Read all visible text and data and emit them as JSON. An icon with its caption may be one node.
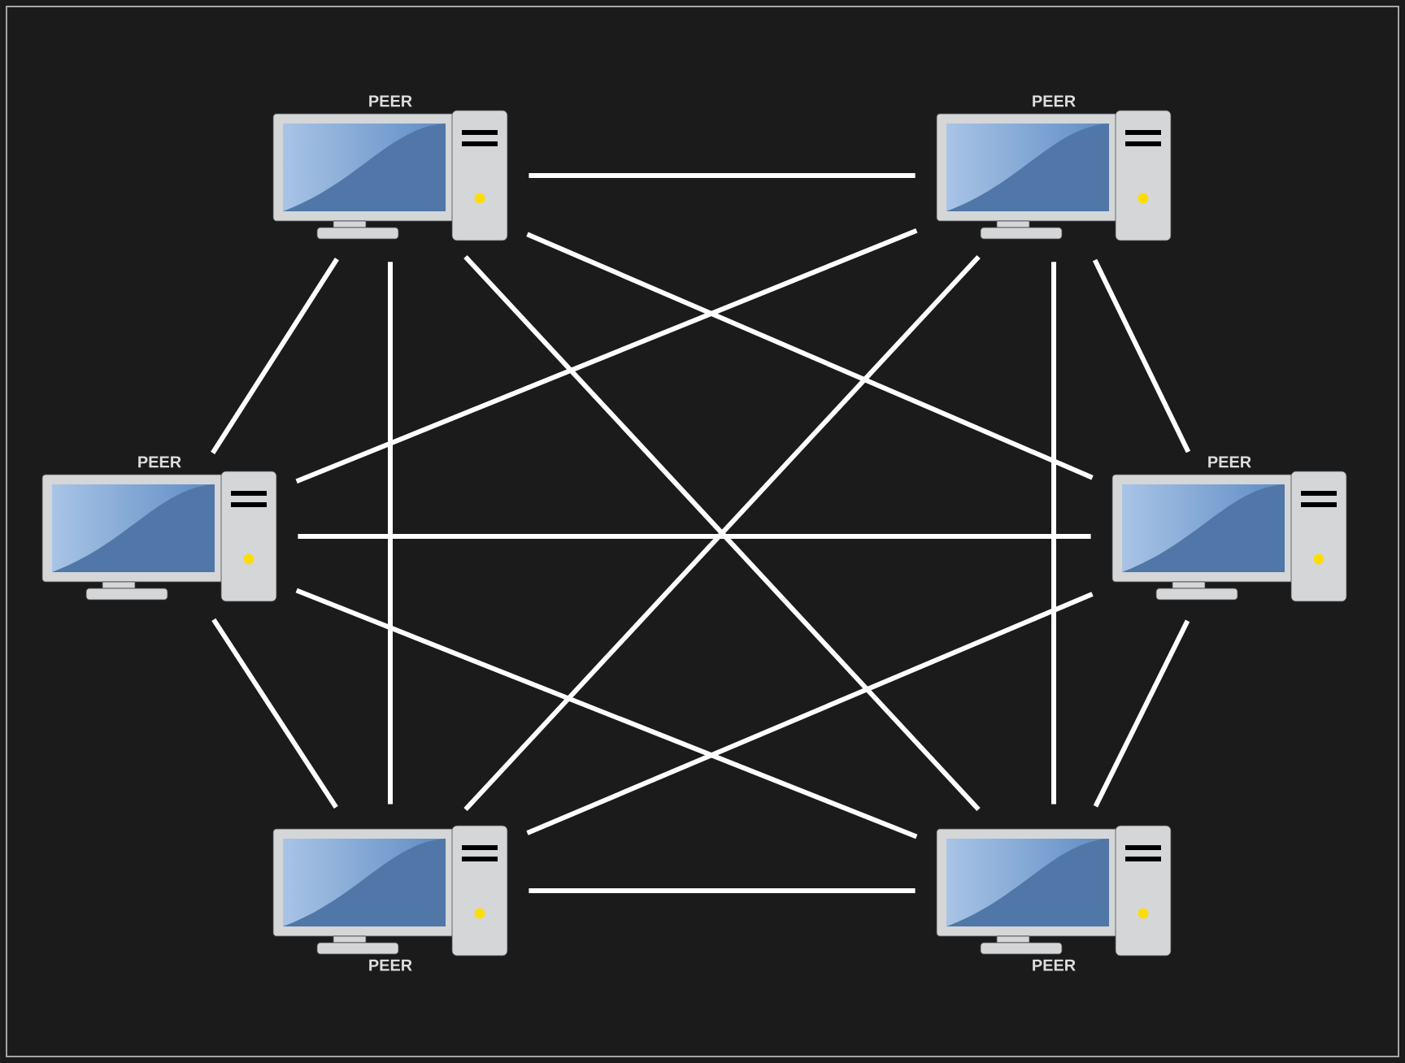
{
  "diagram": {
    "nodes": [
      {
        "text": [
          "PEER"
        ]
      },
      {
        "text": [
          "PEER"
        ]
      },
      {
        "text": [
          "PEER"
        ]
      },
      {
        "text": [
          "PEER"
        ]
      },
      {
        "text": [
          "PEER"
        ]
      },
      {
        "text": [
          "PEER"
        ]
      }
    ],
    "edges": [
      {
        "from": 0,
        "to": 1,
        "arrow": "none"
      },
      {
        "from": 0,
        "to": 2,
        "arrow": "none"
      },
      {
        "from": 0,
        "to": 3,
        "arrow": "none"
      },
      {
        "from": 0,
        "to": 4,
        "arrow": "none"
      },
      {
        "from": 0,
        "to": 5,
        "arrow": "none"
      },
      {
        "from": 1,
        "to": 2,
        "arrow": "none"
      },
      {
        "from": 1,
        "to": 3,
        "arrow": "none"
      },
      {
        "from": 1,
        "to": 4,
        "arrow": "none"
      },
      {
        "from": 1,
        "to": 5,
        "arrow": "none"
      },
      {
        "from": 2,
        "to": 3,
        "arrow": "none"
      },
      {
        "from": 2,
        "to": 4,
        "arrow": "none"
      },
      {
        "from": 2,
        "to": 5,
        "arrow": "none"
      },
      {
        "from": 3,
        "to": 4,
        "arrow": "none"
      },
      {
        "from": 3,
        "to": 5,
        "arrow": "none"
      },
      {
        "from": 4,
        "to": 5,
        "arrow": "none"
      }
    ]
  }
}
